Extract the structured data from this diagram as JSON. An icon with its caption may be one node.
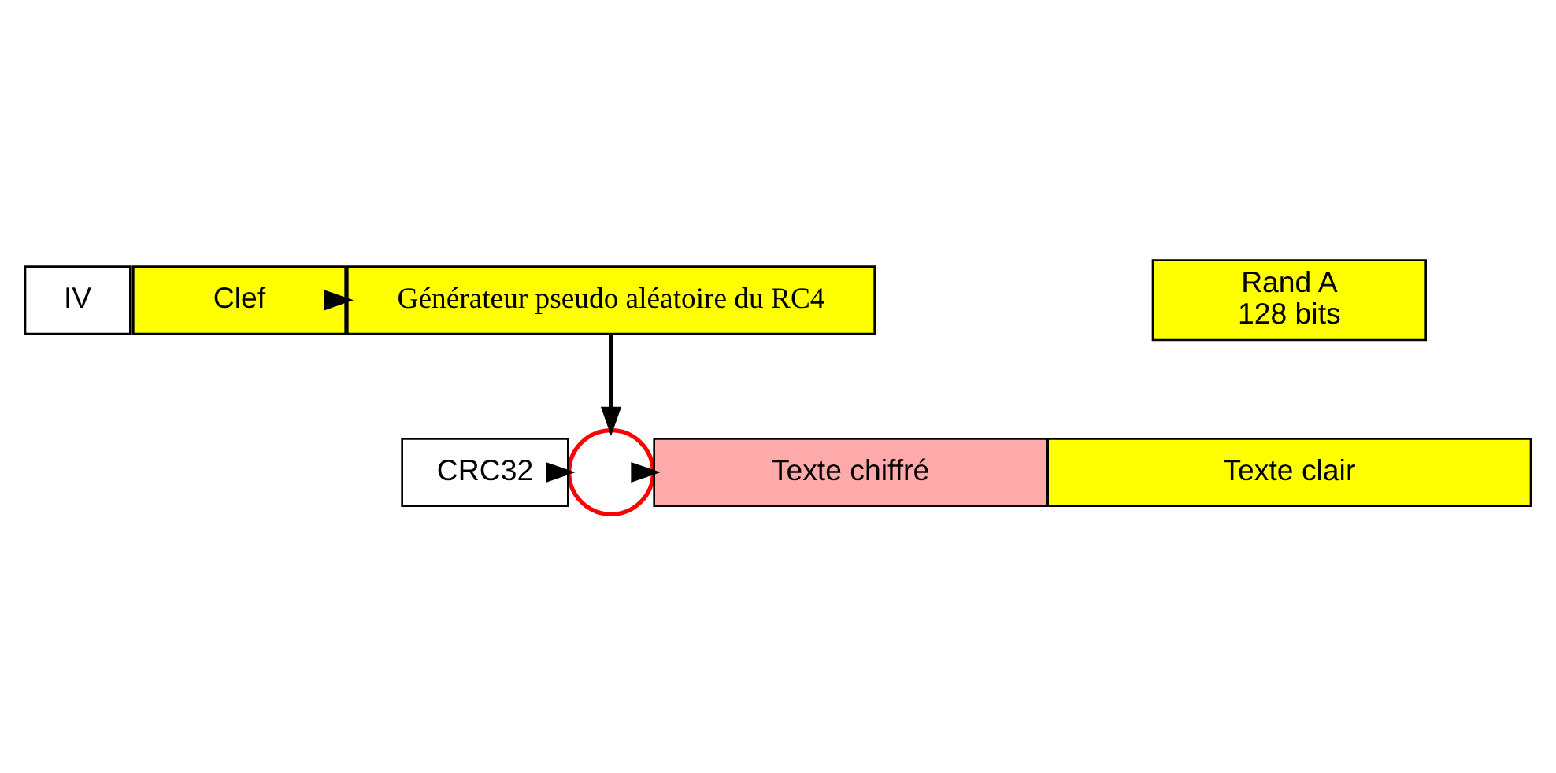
{
  "diagram": {
    "nodes": [
      {
        "text": [
          "IV"
        ]
      },
      {
        "text": [
          "Clef"
        ]
      },
      {
        "text": [
          "Générateur pseudo aléatoire du RC4"
        ]
      },
      {
        "text": [
          "Rand A",
          "128 bits"
        ]
      },
      {
        "text": [
          "Texte clair"
        ]
      },
      {
        "text": [
          "CRC32"
        ]
      },
      {
        "text": [],
        "shape": "circle"
      },
      {
        "text": [
          "Texte chiffré"
        ]
      }
    ],
    "edges": [
      {
        "from": 1,
        "to": 2,
        "arrow": "to"
      },
      {
        "from": 2,
        "to": 6,
        "arrow": "to"
      },
      {
        "from": 5,
        "to": 6,
        "arrow": "to"
      },
      {
        "from": 6,
        "to": 7,
        "arrow": "to"
      }
    ]
  }
}
